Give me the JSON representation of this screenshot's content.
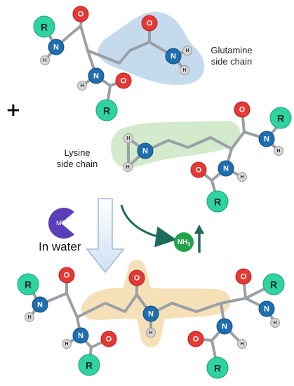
{
  "reactant1": {
    "side_chain_label_line1": "Glutamine",
    "side_chain_label_line2": "side chain"
  },
  "plus_sign": "+",
  "reactant2": {
    "side_chain_label_line1": "Lysine",
    "side_chain_label_line2": "side chain"
  },
  "enzyme": {
    "label": "MTg",
    "condition": "In water"
  },
  "byproduct": {
    "label_main": "NH",
    "label_sub": "3"
  },
  "atom_labels": {
    "r": "R",
    "o": "O",
    "n": "N",
    "h": "H"
  },
  "colors": {
    "r_atom": "#2ed3a0",
    "o_atom": "#e53935",
    "n_atom": "#1f6fb0",
    "h_atom": "#d6d6d6",
    "bond": "#9aa0a6",
    "glutamine_highlight": "#bcd3ea",
    "lysine_highlight": "#cfe8c8",
    "product_highlight": "#f4ddb0",
    "enzyme": "#5b3fb8",
    "nh3": "#22a34a",
    "arrow_curve": "#1d6b5a",
    "main_arrow": "#dbe8f6"
  }
}
